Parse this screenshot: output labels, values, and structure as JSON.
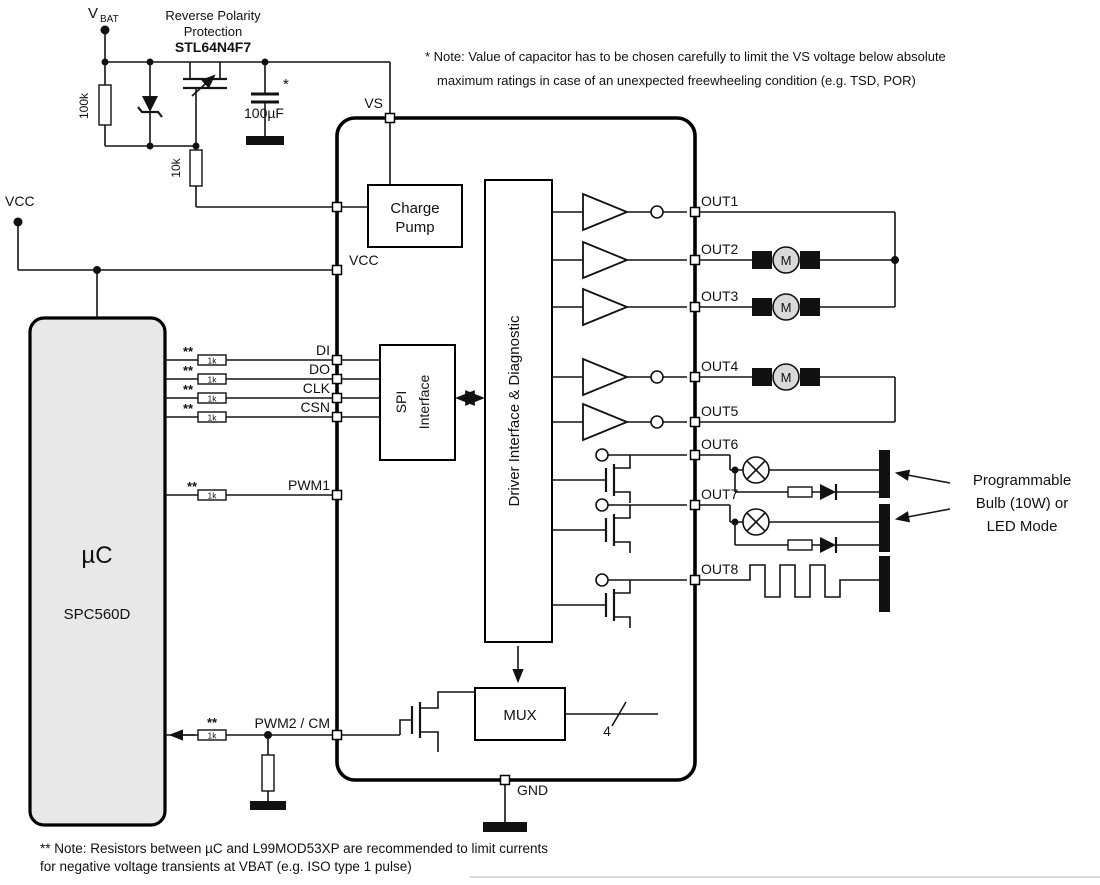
{
  "power": {
    "vbat": "V",
    "vbat_sub": "BAT",
    "vcc": "VCC",
    "reverse_polarity_line1": "Reverse Polarity",
    "reverse_polarity_line2": "Protection",
    "fet_part": "STL64N4F7",
    "r_pullup": "100k",
    "r_gate": "10k",
    "cap_value": "100µF",
    "cap_star": "*"
  },
  "notes": {
    "cap_note_line1": "* Note: Value of capacitor has to be chosen carefully to limit the VS voltage below absolute",
    "cap_note_line2": "maximum ratings in case of an unexpected freewheeling condition (e.g. TSD, POR)",
    "res_note_line1": "** Note: Resistors between µC and L99MOD53XP are recommended to limit currents",
    "res_note_line2": "for negative voltage transients at VBAT (e.g. ISO type 1 pulse)",
    "double_star": "**"
  },
  "mcu": {
    "name": "µC",
    "part": "SPC560D"
  },
  "series_resistor": "1k",
  "ic": {
    "pins": {
      "vs": "VS",
      "vcc": "VCC",
      "gnd": "GND",
      "di": "DI",
      "do": "DO",
      "clk": "CLK",
      "csn": "CSN",
      "pwm1": "PWM1",
      "pwm2": "PWM2 / CM"
    },
    "blocks": {
      "charge_pump_line1": "Charge",
      "charge_pump_line2": "Pump",
      "spi_line1": "SPI",
      "spi_line2": "Interface",
      "driver": "Driver Interface & Diagnostic",
      "mux": "MUX"
    },
    "bus_width": "4",
    "outputs": [
      "OUT1",
      "OUT2",
      "OUT3",
      "OUT4",
      "OUT5",
      "OUT6",
      "OUT7",
      "OUT8"
    ]
  },
  "loads": {
    "motor": "M",
    "mode_line1": "Programmable",
    "mode_line2": "Bulb (10W) or",
    "mode_line3": "LED Mode"
  }
}
